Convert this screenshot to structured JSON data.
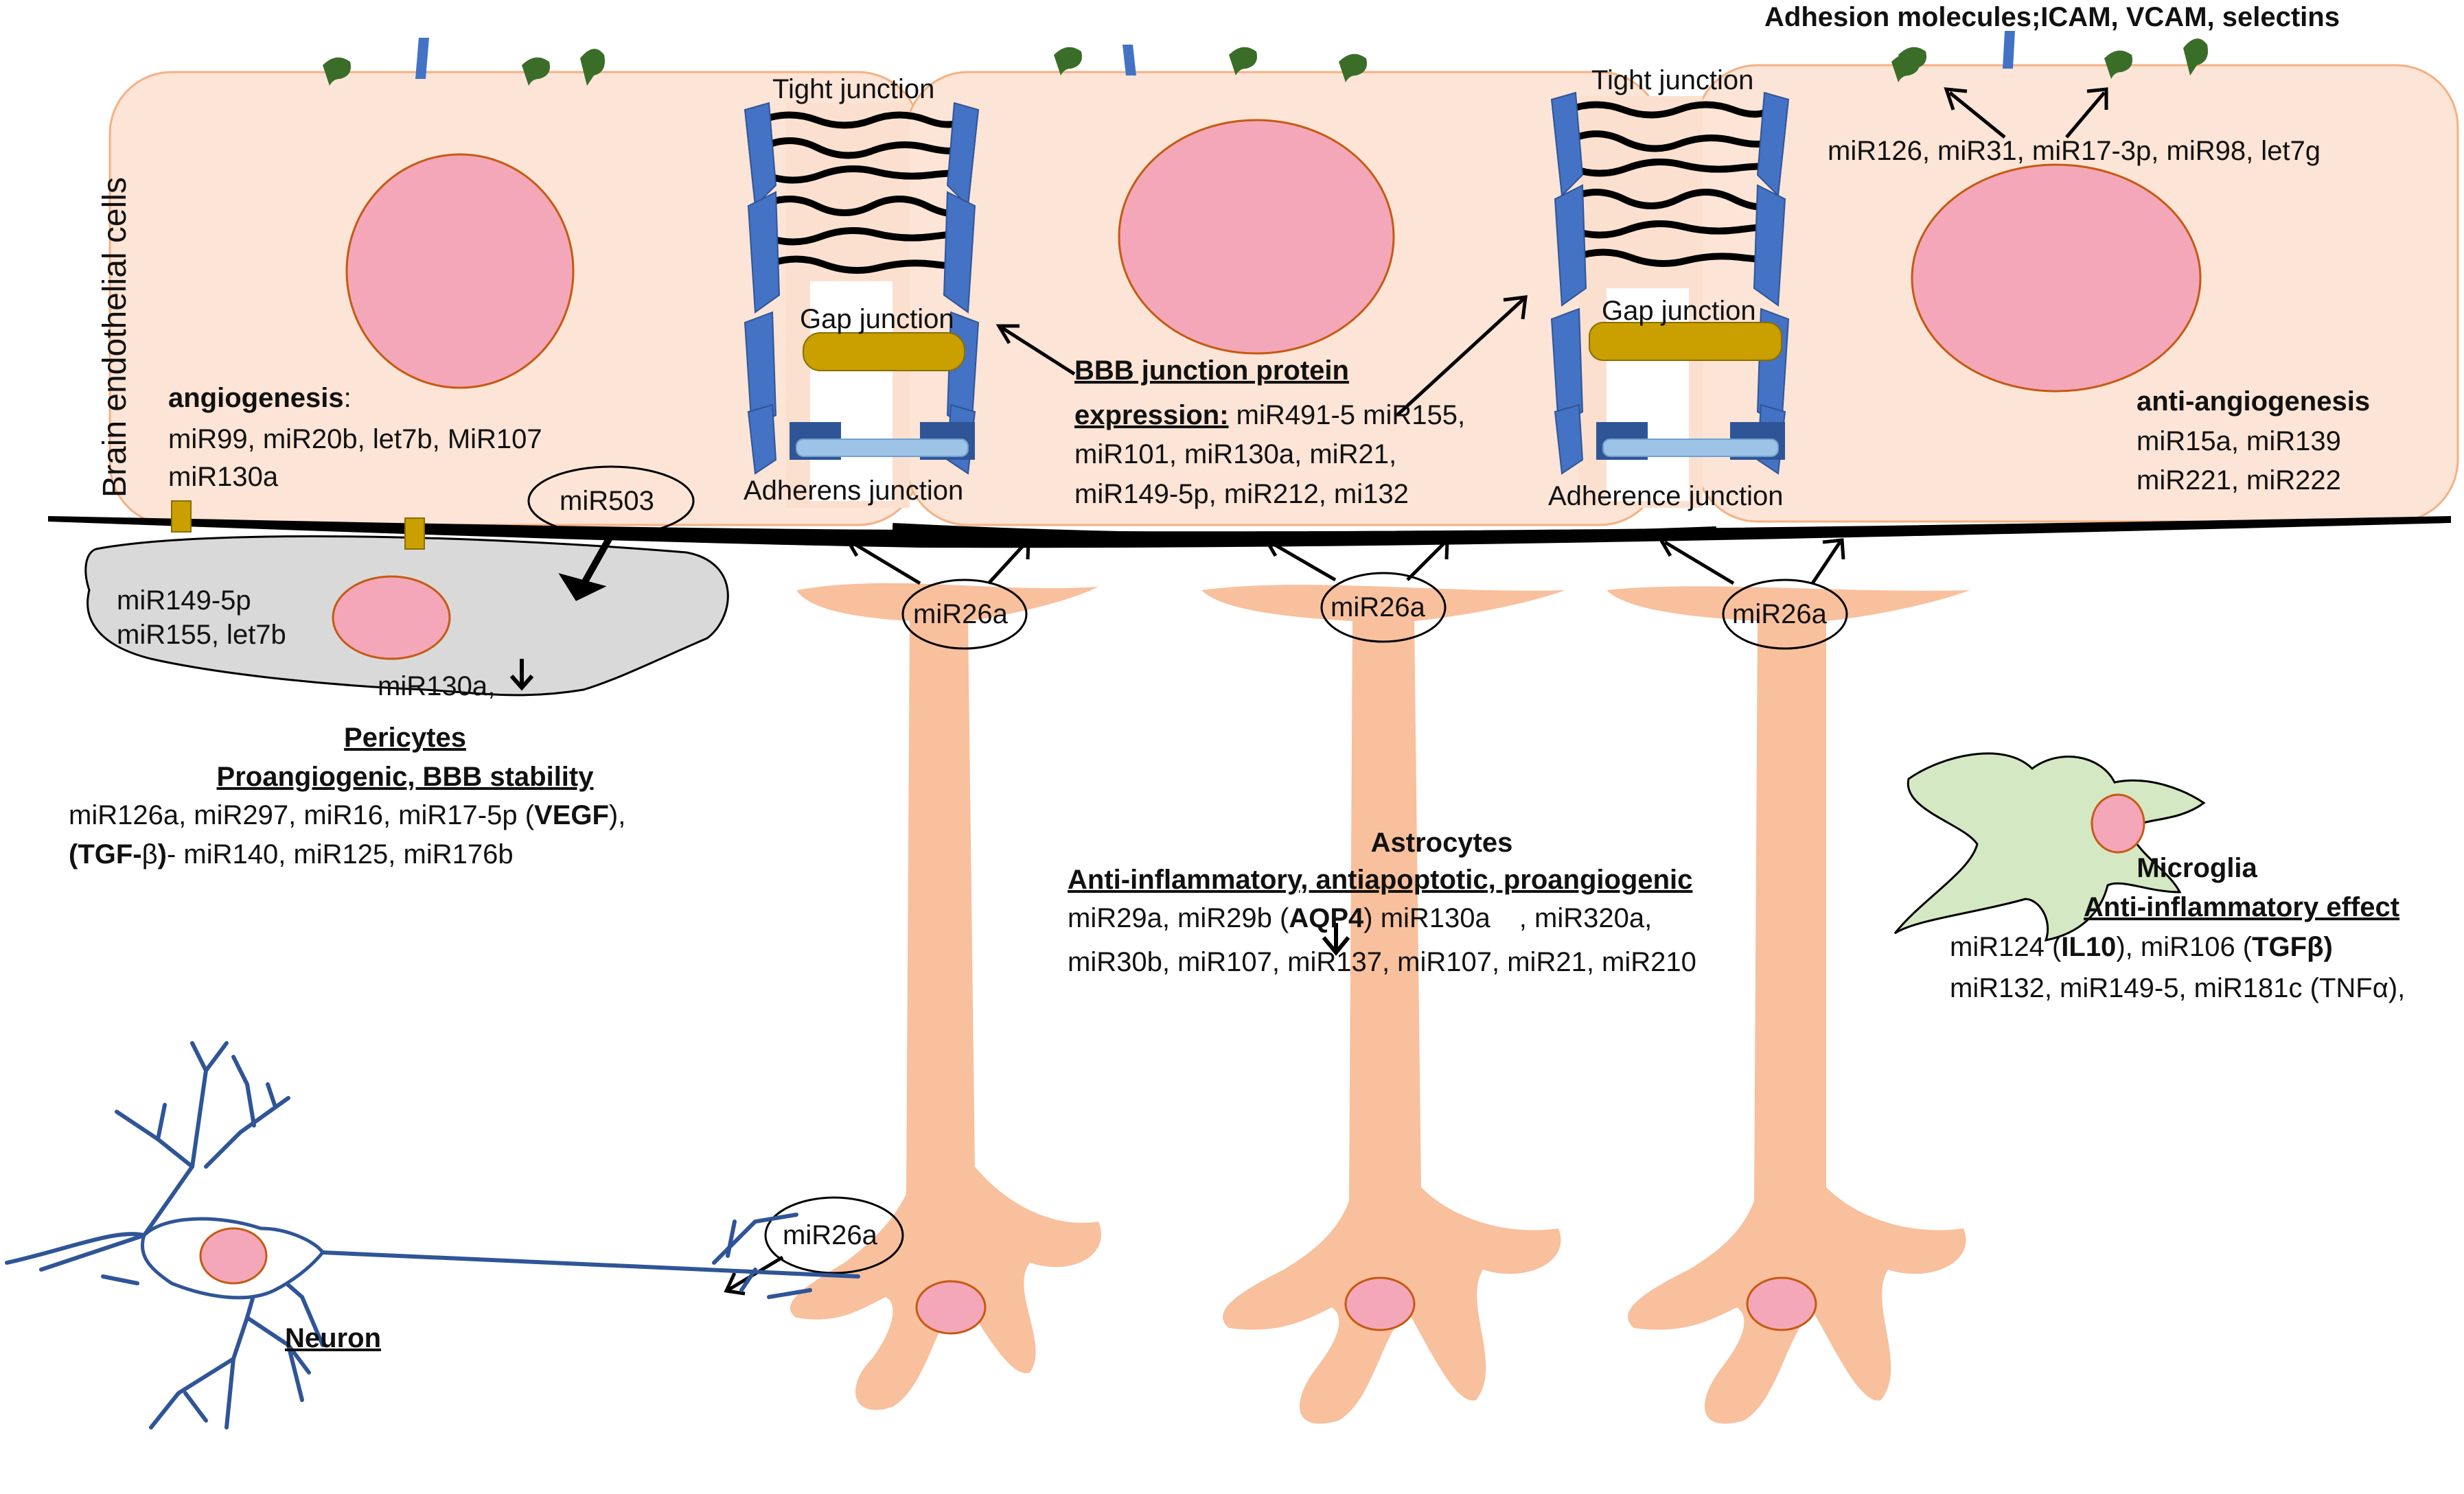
{
  "side_label": "Brain endothelial cells",
  "junctions": {
    "tight_1": "Tight junction",
    "tight_2": "Tight junction",
    "gap_1": "Gap junction",
    "gap_2": "Gap junction",
    "adherens_1": "Adherens junction",
    "adherens_2": "Adherence junction"
  },
  "adhesion": {
    "title": "Adhesion molecules;ICAM, VCAM, selectins",
    "mirnas": "miR126, miR31, miR17-3p, miR98, let7g"
  },
  "angiogenesis": {
    "title": "angiogenesis",
    "colon": ":",
    "line1": "miR99, miR20b, let7b, MiR107",
    "line2": "miR130a"
  },
  "bbb": {
    "title1": "BBB junction protein",
    "title2": "expression:",
    "line1_rest": " miR491-5 miR155,",
    "line2": "miR101, miR130a, miR21,",
    "line3": "miR149-5p, miR212, mi132"
  },
  "anti_angiogenesis": {
    "title": "anti-angiogenesis",
    "line1": "miR15a, miR139",
    "line2": "miR221, miR222"
  },
  "pericyte": {
    "mir503": "miR503",
    "line1": "miR149-5p",
    "line2": "miR155, let7b",
    "line3": "miR130a,",
    "title1": "Pericytes",
    "title2": "Proangiogenic, BBB stability",
    "desc1_a": "miR126a, miR297,  miR16, miR17-5p (",
    "desc1_b": "VEGF",
    "desc1_c": "),",
    "desc2_a": "(TGF-",
    "desc2_b": "β",
    "desc2_c": ")",
    "desc2_d": "- miR140, miR125, miR176b"
  },
  "astrocytes": {
    "mir26a_1": "miR26a",
    "mir26a_2": "miR26a",
    "mir26a_3": "miR26a",
    "title1": "Astrocytes",
    "title2": "Anti-inflammatory, antiapoptotic, proangiogenic",
    "line1_a": "miR29a, miR29b (",
    "line1_b": "AQP4",
    "line1_c": ") miR130a",
    "line1_d": ",  miR320a,",
    "line2": "miR30b, miR107,  miR137,  miR107,  miR21, miR210"
  },
  "microglia": {
    "title1": "Microglia",
    "title2": "Anti-inflammatory effect",
    "line1_a": "miR124 (",
    "line1_b": "IL10",
    "line1_c": "),  miR106  (",
    "line1_d": "TGFβ)",
    "line2": "miR132,  miR149-5, miR181c (TNFα),"
  },
  "neuron": {
    "mir26a": "miR26a",
    "title": "Neuron"
  },
  "colors": {
    "endothelial_fill": "#fce4d6",
    "endothelial_stroke": "#f4b183",
    "nucleus": "#f4a7b9",
    "nucleus_stroke": "#c55a11",
    "tight_protein": "#4472c4",
    "gap": "#c9a000",
    "adherens": "#2f5597",
    "adherens_light": "#9dc3e6",
    "pericyte": "#d9d9d9",
    "astrocyte": "#f8c09d",
    "microglia": "#d5e8c4",
    "neuron": "#2f5597",
    "adhesion_molecule": "#3a6e28",
    "membrane": "#000000"
  }
}
